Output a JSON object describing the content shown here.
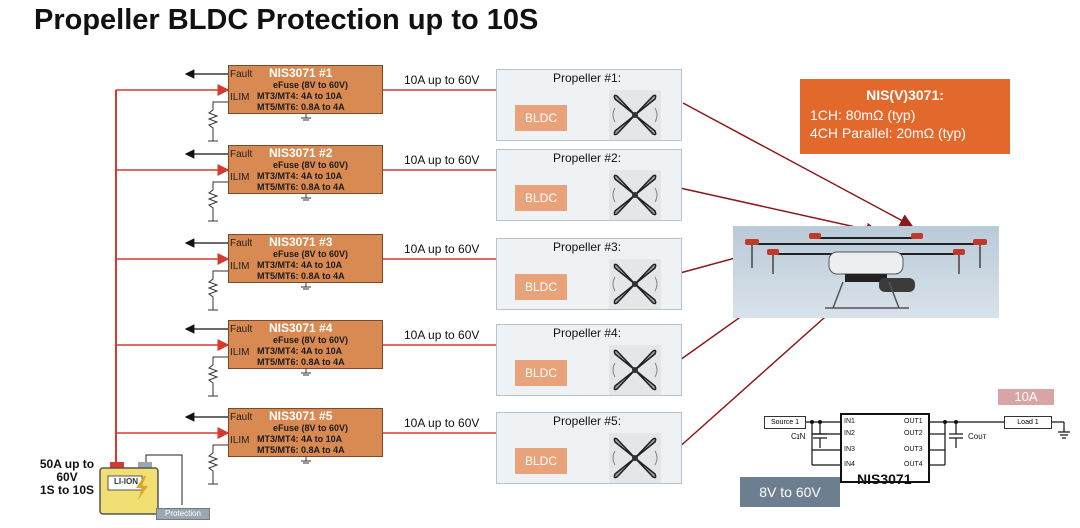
{
  "title": "Propeller BLDC Protection up to 10S",
  "efuse_channels": [
    {
      "name": "NIS3071   #1",
      "propeller": "Propeller #1:"
    },
    {
      "name": "NIS3071   #2",
      "propeller": "Propeller #2:"
    },
    {
      "name": "NIS3071   #3",
      "propeller": "Propeller #3:"
    },
    {
      "name": "NIS3071   #4",
      "propeller": "Propeller #4:"
    },
    {
      "name": "NIS3071   #5",
      "propeller": "Propeller #5:"
    }
  ],
  "efuse_common": {
    "line1": "eFuse (8V to 60V)",
    "line2": "MT3/MT4: 4A to 10A",
    "line3": "MT5/MT6: 0.8A to 4A",
    "fault_pin": "Fault",
    "ilim_pin": "ILIM",
    "current_label": "10A up to 60V",
    "bldc_label": "BLDC"
  },
  "callout": {
    "title": "NIS(V)3071:",
    "line1": "1CH: 80mΩ (typ)",
    "line2": "4CH Parallel: 20mΩ (typ)"
  },
  "battery": {
    "label_line1": "50A up to",
    "label_line2": "60V",
    "label_line3": "1S to 10S",
    "cell_text": "LI-ION",
    "protection": "Protection"
  },
  "schematic": {
    "chip_name": "NIS3071",
    "source": "Source 1",
    "load": "Load 1",
    "current_badge": "10A",
    "voltage_range": "8V to 60V",
    "cin": "CɪN",
    "cout": "Cᴏᴜᴛ",
    "inputs": [
      "IN1",
      "IN2",
      "IN3",
      "IN4"
    ],
    "outputs": [
      "OUT1",
      "OUT2",
      "OUT3",
      "OUT4"
    ]
  },
  "colors": {
    "efuse_fill": "#d98a52",
    "callout_fill": "#e2692b",
    "wire_red": "#d63a2f",
    "arrow_dark_red": "#8b1a1a",
    "panel_fill": "#eef2f5"
  }
}
